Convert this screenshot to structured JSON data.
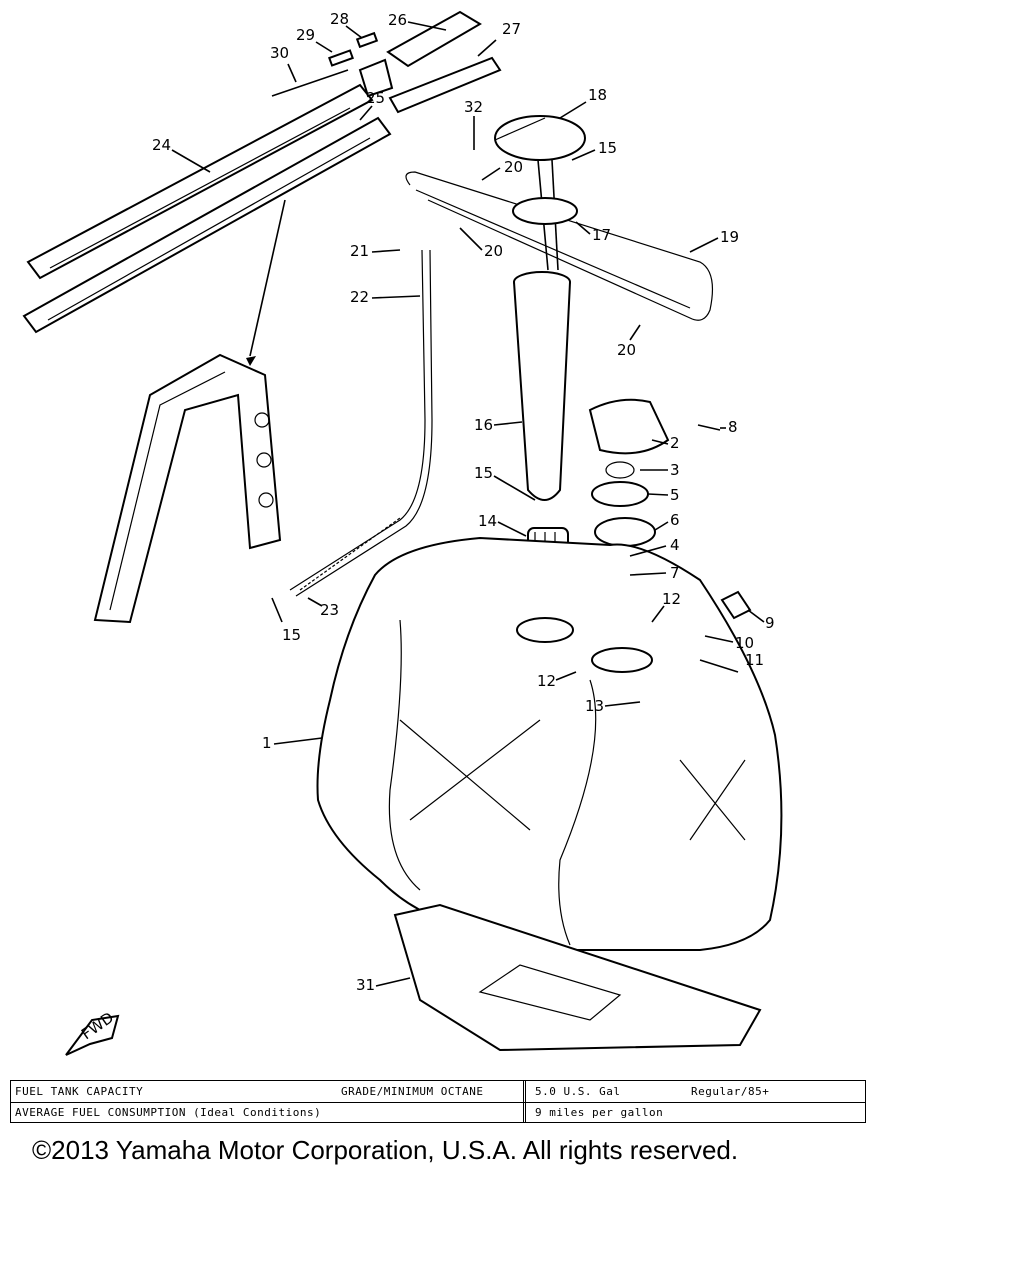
{
  "diagram": {
    "callouts": [
      "1",
      "2",
      "3",
      "4",
      "5",
      "6",
      "7",
      "8",
      "9",
      "10",
      "11",
      "12",
      "12",
      "13",
      "14",
      "15",
      "15",
      "15",
      "16",
      "17",
      "18",
      "19",
      "20",
      "20",
      "20",
      "21",
      "22",
      "23",
      "24",
      "25",
      "26",
      "27",
      "28",
      "29",
      "30",
      "31",
      "32"
    ],
    "fwd_label": "FWD"
  },
  "spec_table": {
    "row1": {
      "label": "FUEL TANK CAPACITY",
      "label2": "GRADE/MINIMUM OCTANE",
      "value": "5.0 U.S. Gal",
      "value2": "Regular/85+"
    },
    "row2": {
      "label": "AVERAGE FUEL CONSUMPTION (Ideal Conditions)",
      "value": "9 miles per gallon"
    }
  },
  "copyright": "©2013 Yamaha Motor Corporation, U.S.A. All rights reserved."
}
